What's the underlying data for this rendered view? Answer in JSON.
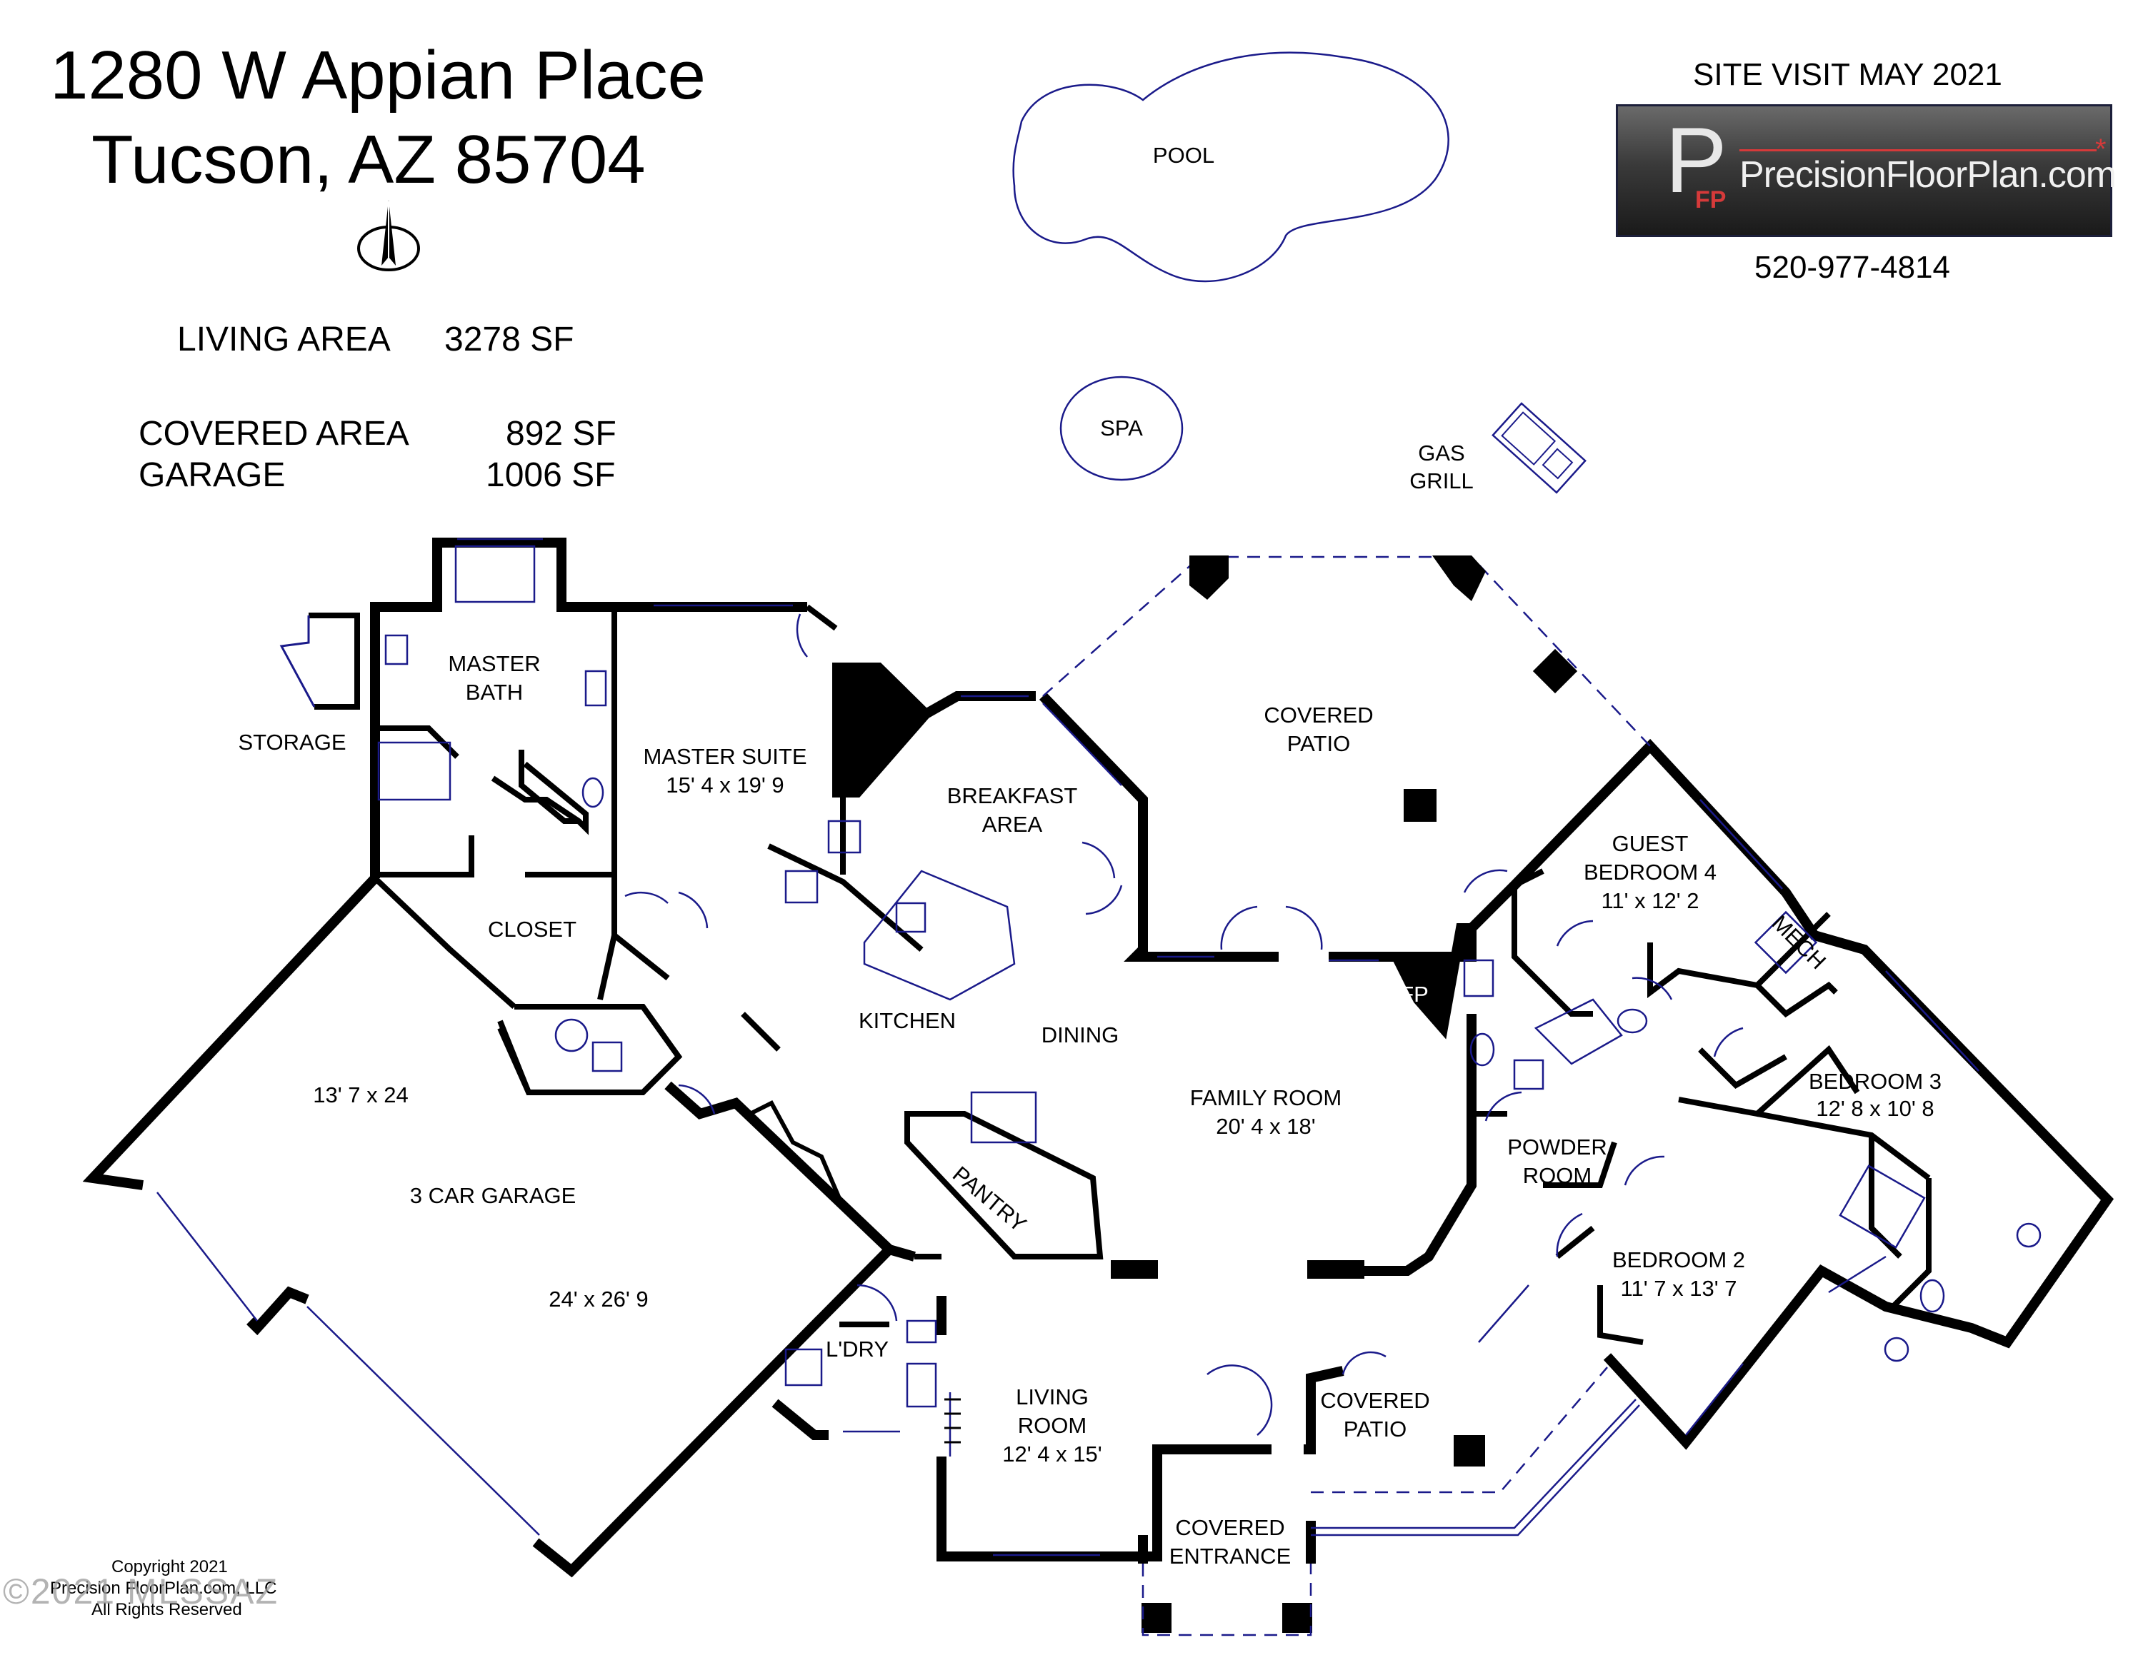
{
  "header": {
    "address_line1": "1280 W Appian Place",
    "address_line2": "Tucson, AZ 85704",
    "living_area_label": "LIVING AREA",
    "living_area_value": "3278 SF",
    "covered_area_label": "COVERED AREA",
    "covered_area_value": "892 SF",
    "garage_label": "GARAGE",
    "garage_value": "1006 SF"
  },
  "branding": {
    "site_visit": "SITE VISIT MAY 2021",
    "logo_letter": "P",
    "logo_fp": "FP",
    "logo_text": "PrecisionFloorPlan.com",
    "phone": "520-977-4814"
  },
  "exterior": {
    "pool": "POOL",
    "spa": "SPA",
    "gas_grill_1": "GAS",
    "gas_grill_2": "GRILL",
    "storage": "STORAGE"
  },
  "rooms": {
    "master_bath_1": "MASTER",
    "master_bath_2": "BATH",
    "master_suite_name": "MASTER SUITE",
    "master_suite_dim": "15' 4 x 19' 9",
    "closet": "CLOSET",
    "fp": "FP",
    "breakfast_1": "BREAKFAST",
    "breakfast_2": "AREA",
    "covered_patio_1": "COVERED",
    "covered_patio_2": "PATIO",
    "kitchen": "KITCHEN",
    "dining": "DINING",
    "family_room_name": "FAMILY ROOM",
    "family_room_dim": "20' 4 x 18'",
    "guest_bed_1": "GUEST",
    "guest_bed_2": "BEDROOM 4",
    "guest_bed_dim": "11'  x 12' 2",
    "mech": "MECH",
    "bedroom3_name": "BEDROOM 3",
    "bedroom3_dim": "12' 8 x 10' 8",
    "powder_1": "POWDER",
    "powder_2": "ROOM",
    "bedroom2_name": "BEDROOM 2",
    "bedroom2_dim": "11' 7 x 13' 7",
    "pantry": "PANTRY",
    "garage_dim_small": "13' 7 x 24",
    "garage_name": "3 CAR GARAGE",
    "garage_dim_large": "24' x 26' 9",
    "laundry": "L'DRY",
    "living_1": "LIVING",
    "living_2": "ROOM",
    "living_dim": "12' 4 x 15'",
    "covered_patio2_1": "COVERED",
    "covered_patio2_2": "PATIO",
    "entrance_1": "COVERED",
    "entrance_2": "ENTRANCE"
  },
  "footer": {
    "copyright_1": "Copyright 2021",
    "copyright_2": "Precision FloorPlan.com, LLC",
    "copyright_3": "All Rights Reserved",
    "watermark": "©2021 MLSSAZ"
  }
}
